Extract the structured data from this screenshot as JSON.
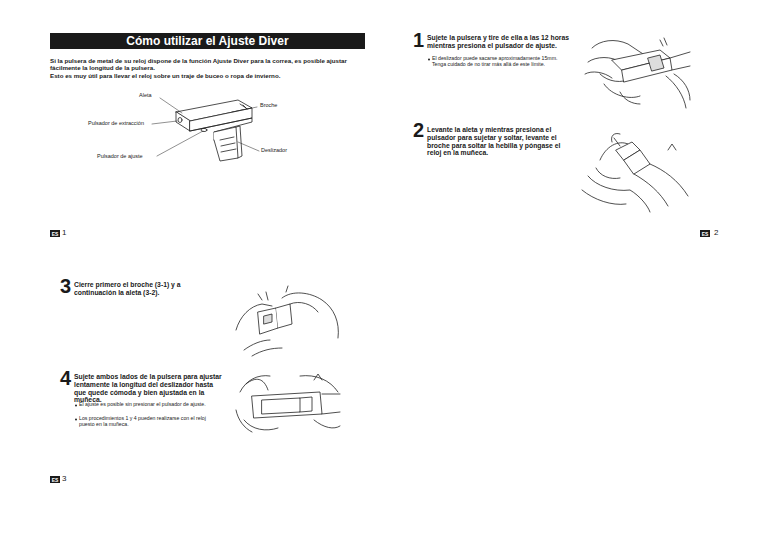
{
  "diagram": {
    "title": "Cómo utilizar el Ajuste Diver",
    "nodes": [
      {
        "text": [
          "ES"
        ]
      },
      {
        "text": [
          "ES"
        ]
      },
      {
        "text": [
          "ES"
        ]
      }
    ],
    "labels": [
      "Si la pulsera de metal de su reloj dispone de la función Ajuste Diver para la correa, es posible ajustar fácilmente la longitud de la pulsera.",
      "Esto es muy útil para llevar el reloj sobre un traje de buceo o ropa de invierno.",
      "Aleta",
      "Broche",
      "Pulsador de extracción",
      "Pulsador de ajuste",
      "Deslizador",
      "1",
      "1",
      "Sujete la pulsera y tire de ella a las 12 horas mientras presiona el pulsador de ajuste.",
      "El deslizador puede sacarse aproximadamente 15mm. Tenga cuidado de no tirar más allá de este límite.",
      "2",
      "Levante la aleta y mientras presiona el pulsador para sujetar y soltar, levante el broche para soltar la hebilla y póngase el reloj en la muñeca.",
      "2",
      "3",
      "Cierre primero el broche (3-1) y a continuación la aleta (3-2).",
      "4",
      "Sujete ambos lados de la pulsera para ajustar lentamente la longitud del deslizador hasta que quede cómoda y bien ajustada en la muñeca.",
      "El ajuste es posible sin presionar el pulsador de ajuste.",
      "Los procedimientos 1 y 4 pueden realizarse con el reloj puesto en la muñeca.",
      "3"
    ]
  }
}
